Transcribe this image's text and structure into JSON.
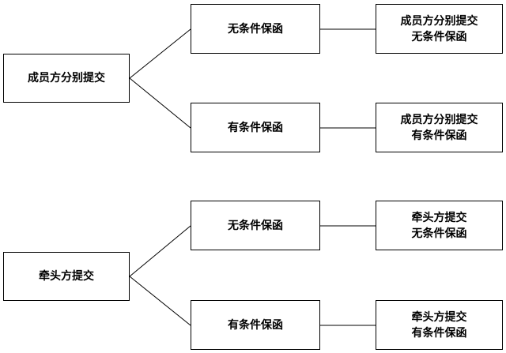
{
  "groups": [
    {
      "root": "成员方分别提交",
      "branches": [
        {
          "label": "无条件保函",
          "result": [
            "成员方分别提交",
            "无条件保函"
          ]
        },
        {
          "label": "有条件保函",
          "result": [
            "成员方分别提交",
            "有条件保函"
          ]
        }
      ]
    },
    {
      "root": "牵头方提交",
      "branches": [
        {
          "label": "无条件保函",
          "result": [
            "牵头方提交",
            "无条件保函"
          ]
        },
        {
          "label": "有条件保函",
          "result": [
            "牵头方提交",
            "有条件保函"
          ]
        }
      ]
    }
  ]
}
